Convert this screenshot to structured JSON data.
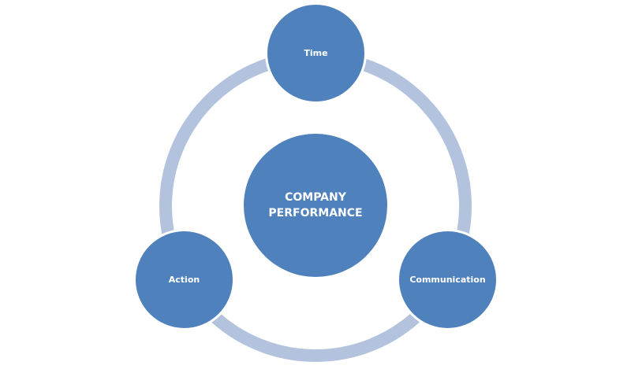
{
  "colors": {
    "node_fill": "#4f81bd",
    "ring": "#b3c3de",
    "node_border": "#ffffff"
  },
  "center": {
    "line1": "COMPANY",
    "line2": "PERFORMANCE"
  },
  "nodes": {
    "time": "Time",
    "communication": "Communication",
    "action": "Action"
  }
}
